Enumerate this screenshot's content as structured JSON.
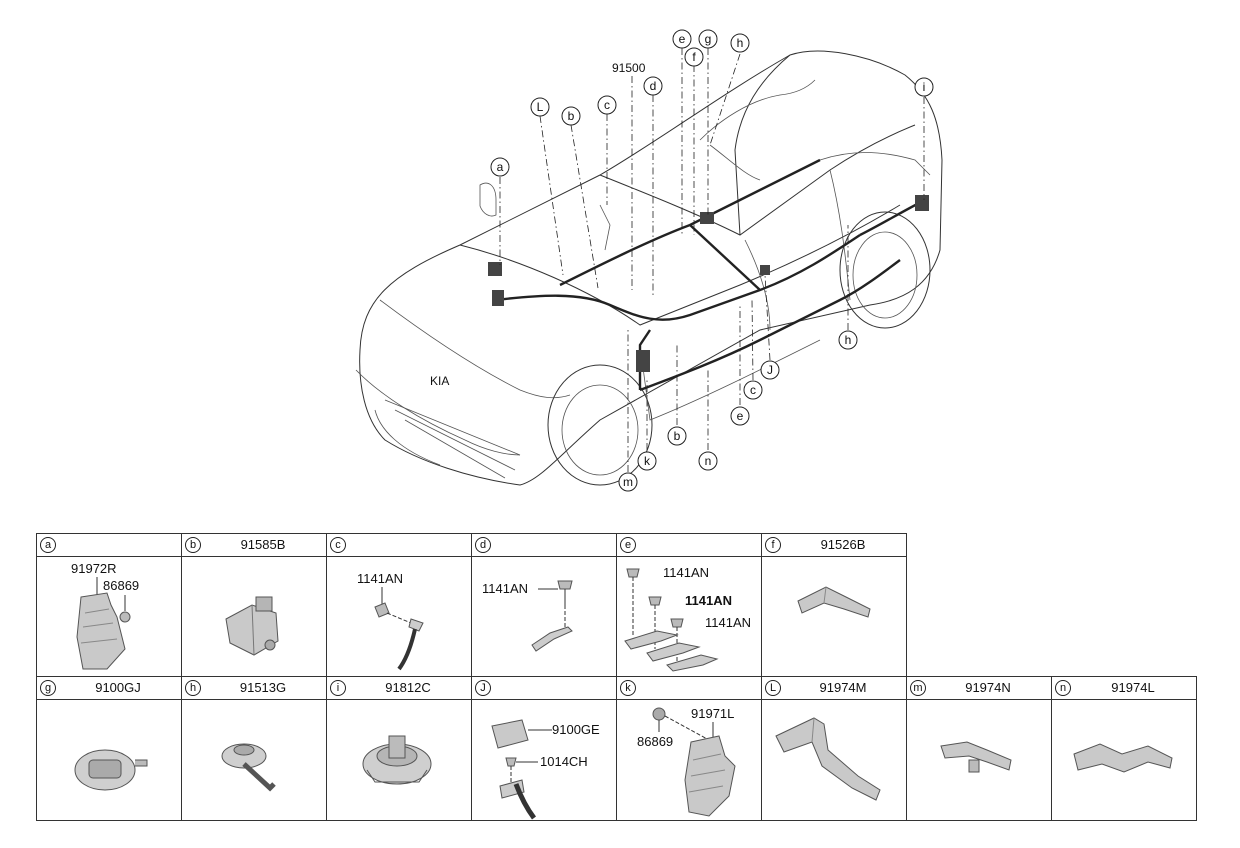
{
  "diagram": {
    "main_part_number": "91500",
    "callouts": {
      "a": "a",
      "L": "L",
      "b": "b",
      "c": "c",
      "d": "d",
      "e": "e",
      "f": "f",
      "g": "g",
      "h": "h",
      "i": "i",
      "j": "J",
      "k": "k",
      "m": "m",
      "n": "n"
    }
  },
  "table": {
    "row1": [
      {
        "letter": "a",
        "part": "",
        "labels": [
          "91972R",
          "86869"
        ]
      },
      {
        "letter": "b",
        "part": "91585B",
        "labels": []
      },
      {
        "letter": "c",
        "part": "",
        "labels": [
          "1141AN"
        ]
      },
      {
        "letter": "d",
        "part": "",
        "labels": [
          "1141AN"
        ]
      },
      {
        "letter": "e",
        "part": "",
        "labels": [
          "1141AN",
          "1141AN",
          "1141AN"
        ]
      },
      {
        "letter": "f",
        "part": "91526B",
        "labels": []
      }
    ],
    "row2": [
      {
        "letter": "g",
        "part": "9100GJ",
        "labels": []
      },
      {
        "letter": "h",
        "part": "91513G",
        "labels": []
      },
      {
        "letter": "i",
        "part": "91812C",
        "labels": []
      },
      {
        "letter": "J",
        "part": "",
        "labels": [
          "9100GE",
          "1014CH"
        ]
      },
      {
        "letter": "k",
        "part": "",
        "labels": [
          "91971L",
          "86869"
        ]
      },
      {
        "letter": "L",
        "part": "91974M",
        "labels": []
      },
      {
        "letter": "m",
        "part": "91974N",
        "labels": []
      },
      {
        "letter": "n",
        "part": "91974L",
        "labels": []
      }
    ]
  }
}
